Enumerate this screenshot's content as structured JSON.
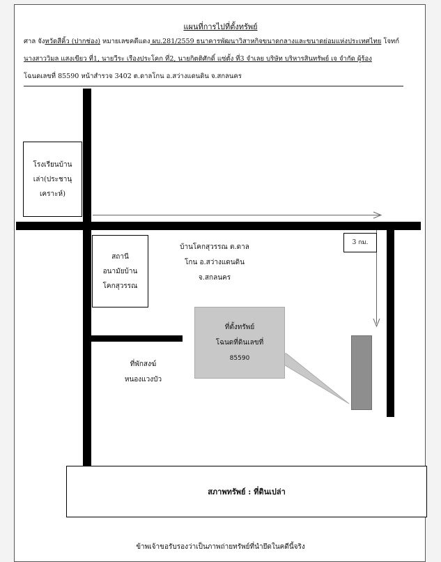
{
  "header": {
    "title": "แผนที่การไปที่ตั้งทรัพย์",
    "line1_a": "ศาล จัง",
    "line1_b": "หวัดสีคิ้ว (ปากช่อง)",
    "line1_c": " หมายเลขคดีแดง",
    "line1_d": " ผบ.281/2559 ธนาคารพัฒนาวิสาหกิจขนาดกลางและขนาดย่อมแห่งประเทศไทย",
    "line1_e": " โจทก์",
    "line2": "นางสาววิมล แสงเขียว ที่1, นายวีระ เรืองประโคก ที่2, นายกิตติศักดิ์ แซ่ตั้ง ที่3  จำเลย บริษัท บริหารสินทรัพย์ เจ จำกัด  ผู้ร้อง",
    "line3": "โฉนดเลขที่ 85590 หน้าสำรวจ 3402 ต.ดาลโกน อ.สว่างแดนดิน จ.สกลนคร"
  },
  "map": {
    "school_label": "โรงเรียนบ้านเล่า(ประชานุเคราะห์)",
    "health_center_label": "สถานีอนามัยบ้านโคกสุวรรณ",
    "village_label": "บ้านโคกสุวรรณ ต.ดาลโกน อ.สว่างแดนดิน จ.สกลนคร",
    "distance_label": "3 กม.",
    "target_line1": "ที่ตั้งทรัพย์",
    "target_line2": "โฉนดที่ดินเลขที่",
    "target_deed_number": "85590",
    "monk_residence_label": "ที่พักสงฆ์หนองแวงบัว",
    "property_status": "สภาพทรัพย์ : ที่ดินเปล่า"
  },
  "footer": {
    "certification": "ข้าพเจ้าขอรับรองว่าเป็นภาพถ่ายทรัพย์ที่นำยึดในคดีนี้จริง"
  },
  "colors": {
    "road": "#000000",
    "target_box": "#c8c8c8",
    "land_plot": "#8e8e8e",
    "arrow": "#666666"
  }
}
